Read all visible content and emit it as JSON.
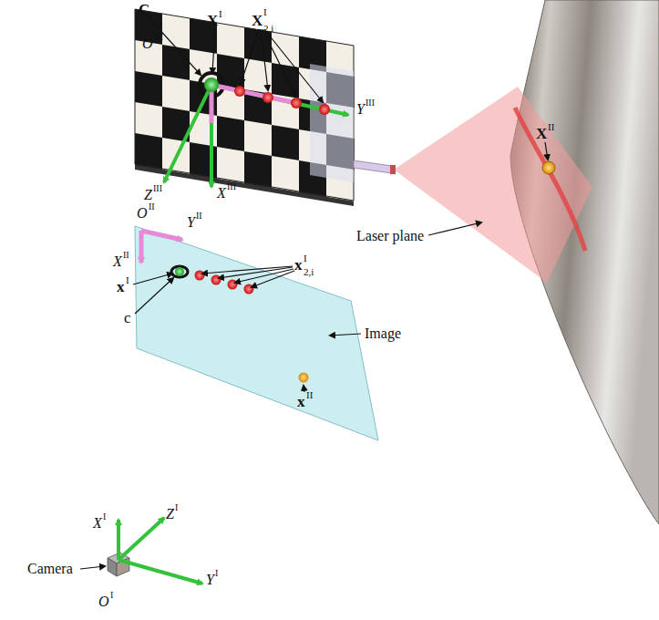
{
  "diagram": {
    "labels": [
      "C",
      "X",
      "I",
      "X",
      "2,i",
      "I",
      "O",
      "III",
      "Y",
      "III",
      "Z",
      "III",
      "X",
      "III",
      "X",
      "II",
      "Laser plane",
      "O",
      "II",
      "Y",
      "II",
      "X",
      "II",
      "x",
      "I",
      "x",
      "2,i",
      "I",
      "c",
      "Image",
      "x",
      "II",
      "X",
      "I",
      "Z",
      "I",
      "Camera",
      "O",
      "I",
      "Y",
      "I"
    ]
  }
}
